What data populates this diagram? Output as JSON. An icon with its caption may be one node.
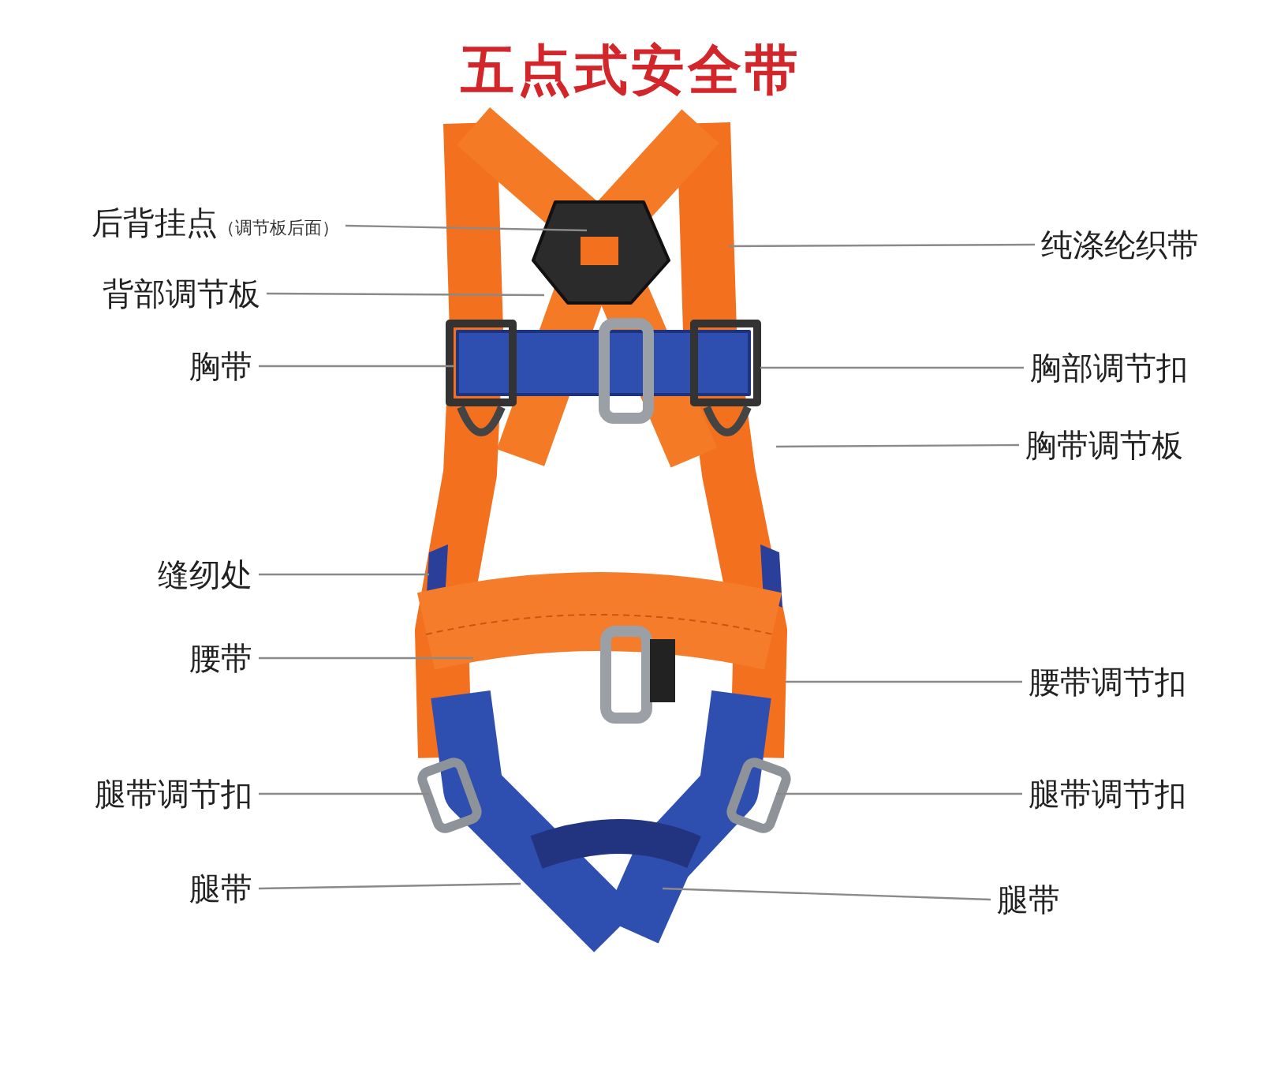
{
  "diagram": {
    "title": "五点式安全带",
    "nodes": [
      {
        "text": [
          "后背挂点",
          "（调节板后面）"
        ]
      },
      {
        "text": [
          "背部调节板"
        ]
      },
      {
        "text": [
          "胸带"
        ]
      },
      {
        "text": [
          "缝纫处"
        ]
      },
      {
        "text": [
          "腰带"
        ]
      },
      {
        "text": [
          "腿带调节扣"
        ]
      },
      {
        "text": [
          "腿带"
        ]
      },
      {
        "text": [
          "纯涤纶织带"
        ]
      },
      {
        "text": [
          "胸部调节扣"
        ]
      },
      {
        "text": [
          "胸带调节板"
        ]
      },
      {
        "text": [
          "腰带调节扣"
        ]
      },
      {
        "text": [
          "腿带调节扣"
        ]
      },
      {
        "text": [
          "腿带"
        ]
      }
    ],
    "edges": [
      {
        "from": 0,
        "to": null,
        "arrow": "none"
      },
      {
        "from": 1,
        "to": null,
        "arrow": "none"
      },
      {
        "from": 2,
        "to": null,
        "arrow": "none"
      },
      {
        "from": 3,
        "to": null,
        "arrow": "none"
      },
      {
        "from": 4,
        "to": null,
        "arrow": "none"
      },
      {
        "from": 5,
        "to": null,
        "arrow": "none"
      },
      {
        "from": 6,
        "to": null,
        "arrow": "none"
      },
      {
        "from": 7,
        "to": null,
        "arrow": "none"
      },
      {
        "from": 8,
        "to": null,
        "arrow": "none"
      },
      {
        "from": 9,
        "to": null,
        "arrow": "none"
      },
      {
        "from": 10,
        "to": null,
        "arrow": "none"
      },
      {
        "from": 11,
        "to": null,
        "arrow": "none"
      },
      {
        "from": 12,
        "to": null,
        "arrow": "none"
      }
    ]
  }
}
